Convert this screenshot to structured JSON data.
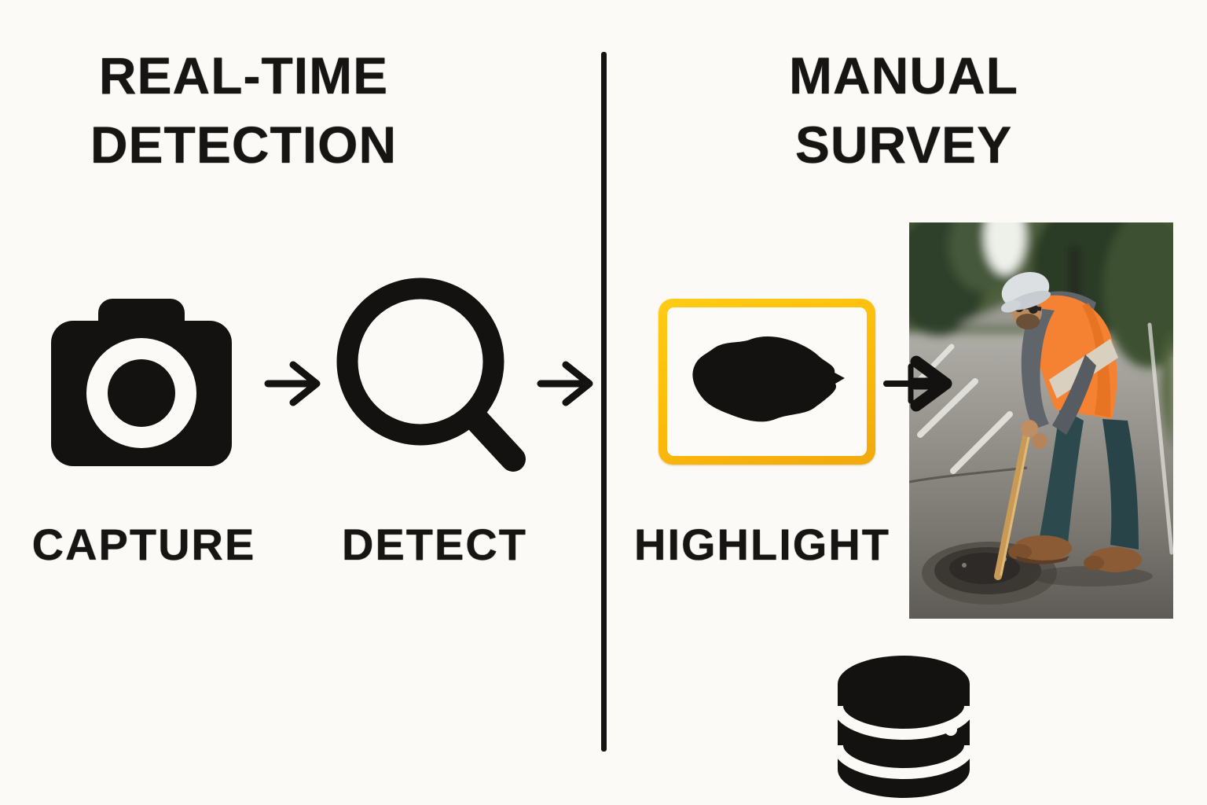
{
  "colors": {
    "background": "#FBFAF6",
    "ink": "#131211",
    "highlight_yellow": "#FFC112",
    "highlight_yellow_dark": "#F2A90C",
    "vest_orange": "#F58233"
  },
  "left_panel": {
    "title_line1": "REAL-TIME",
    "title_line2": "DETECTION",
    "steps": [
      {
        "icon": "camera-icon",
        "label": "CAPTURE"
      },
      {
        "icon": "magnifying-glass-icon",
        "label": "DETECT"
      }
    ],
    "arrow_icon": "arrow-right-icon"
  },
  "right_panel": {
    "title_line1": "MANUAL",
    "title_line2": "SURVEY",
    "highlight_step": {
      "label": "HIGHLIGHT",
      "icon": "pothole-mask-in-bounding-box"
    },
    "photo": "pothole-repair-worker-photo",
    "database_icon": "database-icon",
    "arrow_icon": "arrow-right-icon"
  }
}
